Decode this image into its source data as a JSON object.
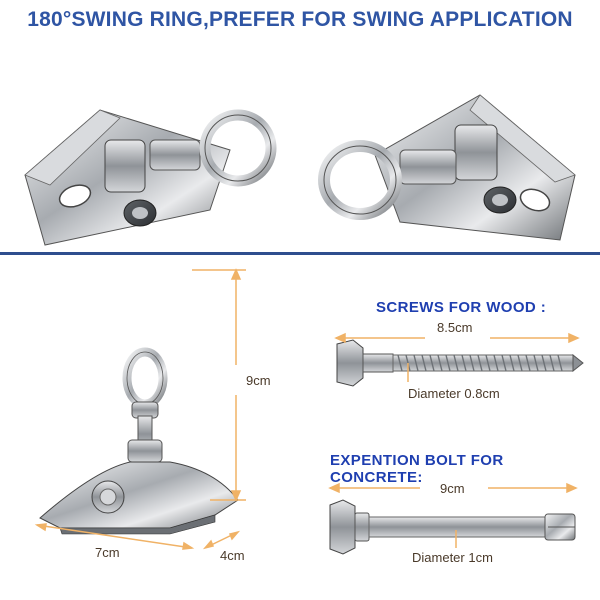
{
  "headline": "180°SWING RING,PREFER FOR SWING APPLICATION",
  "dimensions": {
    "height": "9cm",
    "length": "7cm",
    "width": "4cm"
  },
  "screws": {
    "heading": "SCREWS FOR WOOD :",
    "length": "8.5cm",
    "diameter": "Diameter 0.8cm"
  },
  "bolt": {
    "heading": "EXPENTION BOLT FOR CONCRETE:",
    "length": "9cm",
    "diameter": "Diameter 1cm"
  },
  "colors": {
    "headline": "#2f55a4",
    "divider": "#2f4e8e",
    "dimension_line": "#f0b266",
    "steel": "#b9bcc0"
  }
}
